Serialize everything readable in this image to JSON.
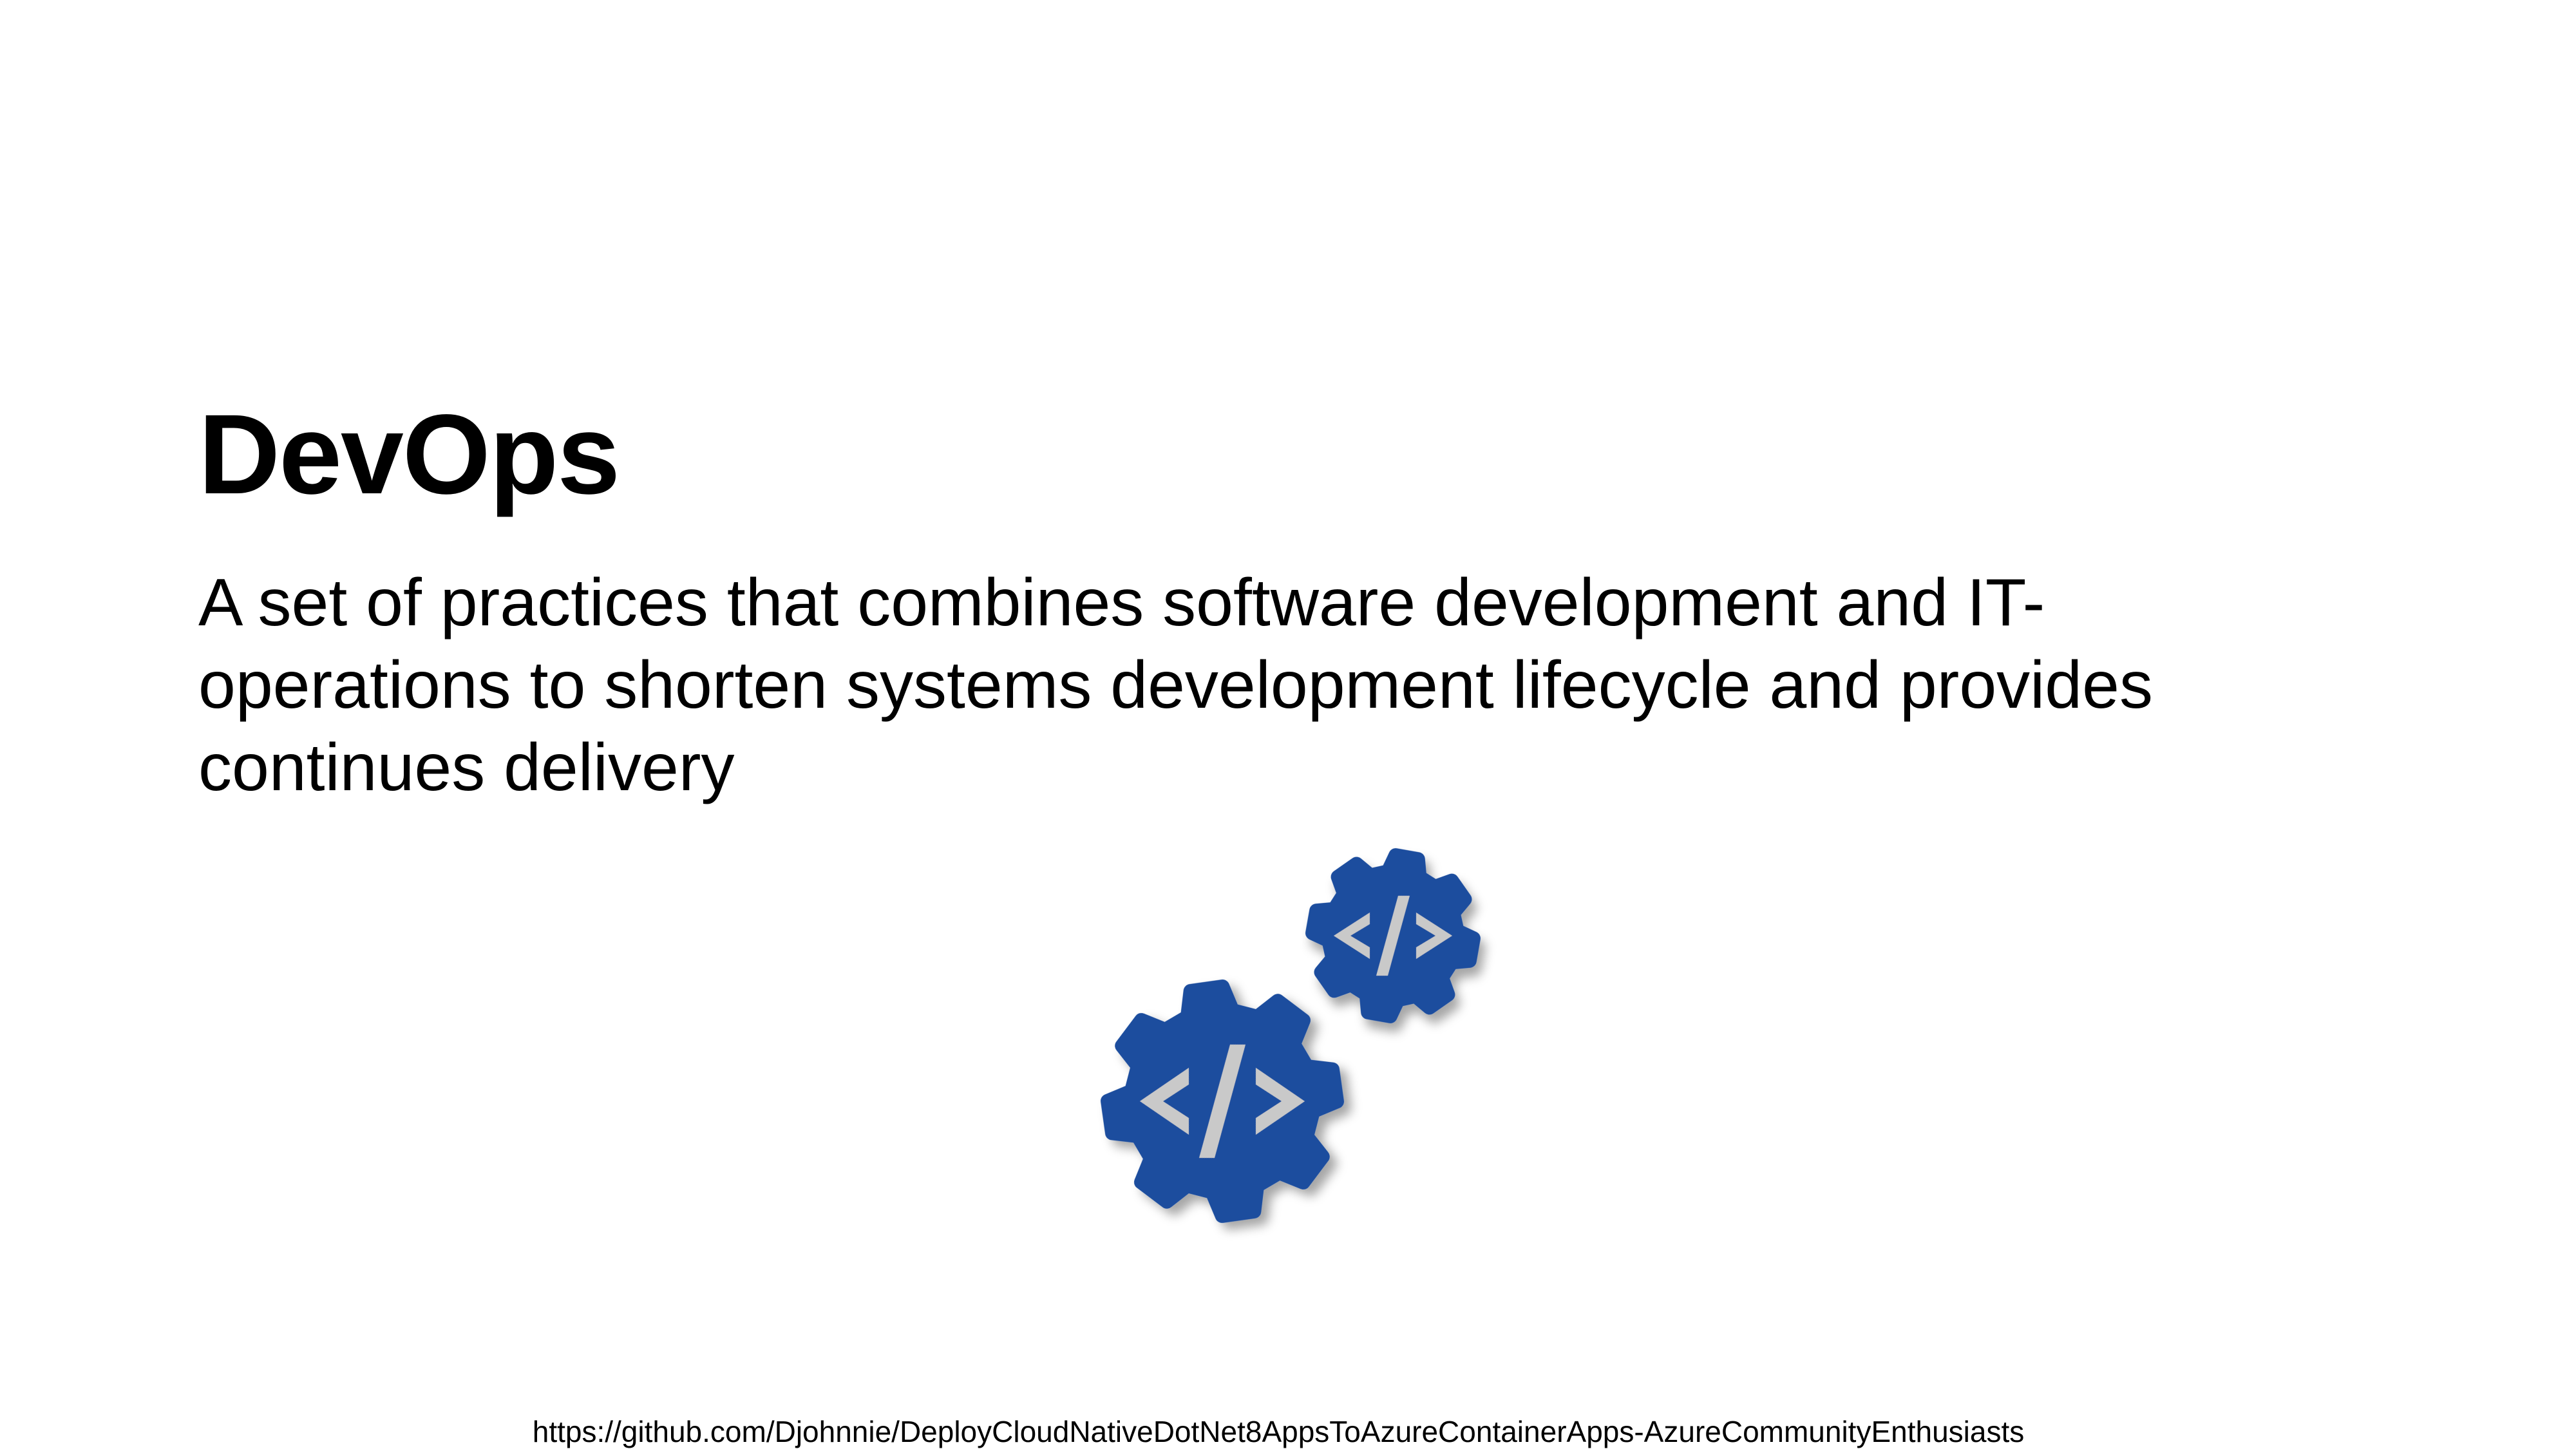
{
  "slide": {
    "title": "DevOps",
    "body_lines": [
      "A set of practices that combines software development and IT-",
      "operations to shorten systems development lifecycle and provides",
      "continues delivery"
    ],
    "footer_url": "https://github.com/Djohnnie/DeployCloudNativeDotNet8AppsToAzureContainerApps-AzureCommunityEnthusiasts"
  },
  "graphic": {
    "icon": "code-gears-icon",
    "gear_color": "#1F4E9E",
    "symbol_color": "#C9C9C9"
  }
}
